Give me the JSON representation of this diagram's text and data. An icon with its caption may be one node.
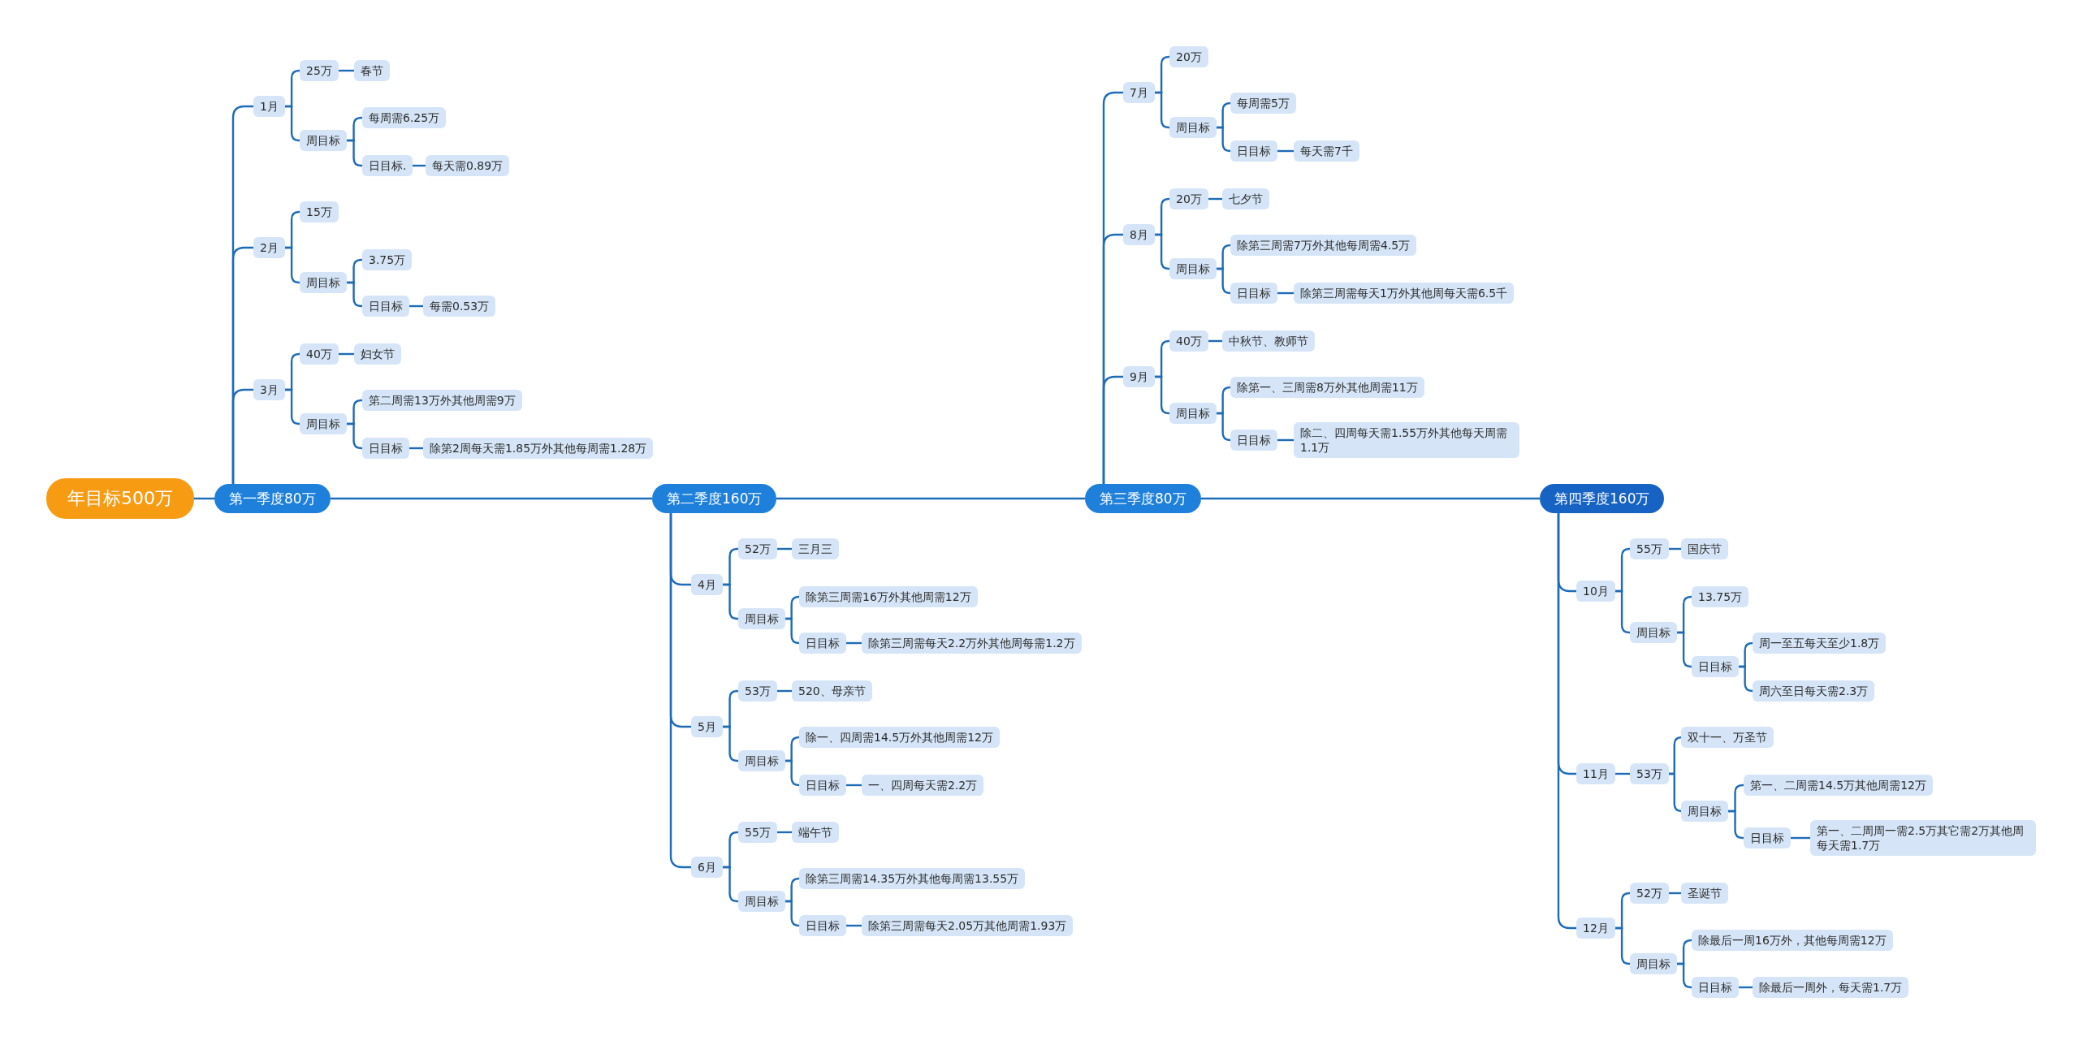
{
  "diagram": {
    "nodes": [
      {
        "text": [
          "年目标500万"
        ]
      },
      {
        "text": [
          "第一季度80万"
        ]
      },
      {
        "text": [
          "第二季度160万"
        ]
      },
      {
        "text": [
          "第三季度80万"
        ]
      },
      {
        "text": [
          "第四季度160万"
        ]
      },
      {
        "text": [
          "1月"
        ]
      },
      {
        "text": [
          "25万"
        ]
      },
      {
        "text": [
          "春节"
        ]
      },
      {
        "text": [
          "周目标"
        ]
      },
      {
        "text": [
          "每周需6.25万"
        ]
      },
      {
        "text": [
          "日目标."
        ]
      },
      {
        "text": [
          "每天需0.89万"
        ]
      },
      {
        "text": [
          "2月"
        ]
      },
      {
        "text": [
          "15万"
        ]
      },
      {
        "text": [
          "周目标"
        ]
      },
      {
        "text": [
          "3.75万"
        ]
      },
      {
        "text": [
          "日目标"
        ]
      },
      {
        "text": [
          "每需0.53万"
        ]
      },
      {
        "text": [
          "3月"
        ]
      },
      {
        "text": [
          "40万"
        ]
      },
      {
        "text": [
          "妇女节"
        ]
      },
      {
        "text": [
          "周目标"
        ]
      },
      {
        "text": [
          "第二周需13万外其他周需9万"
        ]
      },
      {
        "text": [
          "日目标"
        ]
      },
      {
        "text": [
          "除第2周每天需1.85万外其他每周需1.28万"
        ]
      },
      {
        "text": [
          "4月"
        ]
      },
      {
        "text": [
          "52万"
        ]
      },
      {
        "text": [
          "三月三"
        ]
      },
      {
        "text": [
          "周目标"
        ]
      },
      {
        "text": [
          "除第三周需16万外其他周需12万"
        ]
      },
      {
        "text": [
          "日目标"
        ]
      },
      {
        "text": [
          "除第三周需每天2.2万外其他周每需1.2万"
        ]
      },
      {
        "text": [
          "5月"
        ]
      },
      {
        "text": [
          "53万"
        ]
      },
      {
        "text": [
          "520、母亲节"
        ]
      },
      {
        "text": [
          "周目标"
        ]
      },
      {
        "text": [
          "除一、四周需14.5万外其他周需12万"
        ]
      },
      {
        "text": [
          "日目标"
        ]
      },
      {
        "text": [
          "一、四周每天需2.2万"
        ]
      },
      {
        "text": [
          "6月"
        ]
      },
      {
        "text": [
          "55万"
        ]
      },
      {
        "text": [
          "端午节"
        ]
      },
      {
        "text": [
          "周目标"
        ]
      },
      {
        "text": [
          "除第三周需14.35万外其他每周需13.55万"
        ]
      },
      {
        "text": [
          "日目标"
        ]
      },
      {
        "text": [
          "除第三周需每天2.05万其他周需1.93万"
        ]
      },
      {
        "text": [
          "7月"
        ]
      },
      {
        "text": [
          "20万"
        ]
      },
      {
        "text": [
          "周目标"
        ]
      },
      {
        "text": [
          "每周需5万"
        ]
      },
      {
        "text": [
          "日目标"
        ]
      },
      {
        "text": [
          "每天需7千"
        ]
      },
      {
        "text": [
          "8月"
        ]
      },
      {
        "text": [
          "20万"
        ]
      },
      {
        "text": [
          "七夕节"
        ]
      },
      {
        "text": [
          "周目标"
        ]
      },
      {
        "text": [
          "除第三周需7万外其他每周需4.5万"
        ]
      },
      {
        "text": [
          "日目标"
        ]
      },
      {
        "text": [
          "除第三周需每天1万外其他周每天需6.5千"
        ]
      },
      {
        "text": [
          "9月"
        ]
      },
      {
        "text": [
          "40万"
        ]
      },
      {
        "text": [
          "中秋节、教师节"
        ]
      },
      {
        "text": [
          "周目标"
        ]
      },
      {
        "text": [
          "除第一、三周需8万外其他周需11万"
        ]
      },
      {
        "text": [
          "日目标"
        ]
      },
      {
        "text": [
          "除二、四周每天需1.55万外其他每天周需1.1万"
        ]
      },
      {
        "text": [
          "10月"
        ]
      },
      {
        "text": [
          "55万"
        ]
      },
      {
        "text": [
          "国庆节"
        ]
      },
      {
        "text": [
          "周目标"
        ]
      },
      {
        "text": [
          "13.75万"
        ]
      },
      {
        "text": [
          "日目标"
        ]
      },
      {
        "text": [
          "周一至五每天至少1.8万"
        ]
      },
      {
        "text": [
          "周六至日每天需2.3万"
        ]
      },
      {
        "text": [
          "11月"
        ]
      },
      {
        "text": [
          "53万"
        ]
      },
      {
        "text": [
          "双十一、万圣节"
        ]
      },
      {
        "text": [
          "周目标"
        ]
      },
      {
        "text": [
          "第一、二周需14.5万其他周需12万"
        ]
      },
      {
        "text": [
          "日目标"
        ]
      },
      {
        "text": [
          "第一、二周周一需2.5万其它需2万其他周每天需1.7万"
        ]
      },
      {
        "text": [
          "12月"
        ]
      },
      {
        "text": [
          "52万"
        ]
      },
      {
        "text": [
          "圣诞节"
        ]
      },
      {
        "text": [
          "周目标"
        ]
      },
      {
        "text": [
          "除最后一周16万外，其他每周需12万"
        ]
      },
      {
        "text": [
          "日目标"
        ]
      },
      {
        "text": [
          "除最后一周外，每天需1.7万"
        ]
      }
    ],
    "edges": [
      {
        "from": 0,
        "to": 1,
        "arrow": "none"
      },
      {
        "from": 1,
        "to": 2,
        "arrow": "none"
      },
      {
        "from": 2,
        "to": 3,
        "arrow": "none"
      },
      {
        "from": 3,
        "to": 4,
        "arrow": "none"
      },
      {
        "from": 1,
        "to": 5,
        "arrow": "none"
      },
      {
        "from": 5,
        "to": 6,
        "arrow": "none"
      },
      {
        "from": 6,
        "to": 7,
        "arrow": "none"
      },
      {
        "from": 5,
        "to": 8,
        "arrow": "none"
      },
      {
        "from": 8,
        "to": 9,
        "arrow": "none"
      },
      {
        "from": 8,
        "to": 10,
        "arrow": "none"
      },
      {
        "from": 10,
        "to": 11,
        "arrow": "none"
      },
      {
        "from": 1,
        "to": 12,
        "arrow": "none"
      },
      {
        "from": 12,
        "to": 13,
        "arrow": "none"
      },
      {
        "from": 12,
        "to": 14,
        "arrow": "none"
      },
      {
        "from": 14,
        "to": 15,
        "arrow": "none"
      },
      {
        "from": 14,
        "to": 16,
        "arrow": "none"
      },
      {
        "from": 16,
        "to": 17,
        "arrow": "none"
      },
      {
        "from": 1,
        "to": 18,
        "arrow": "none"
      },
      {
        "from": 18,
        "to": 19,
        "arrow": "none"
      },
      {
        "from": 19,
        "to": 20,
        "arrow": "none"
      },
      {
        "from": 18,
        "to": 21,
        "arrow": "none"
      },
      {
        "from": 21,
        "to": 22,
        "arrow": "none"
      },
      {
        "from": 21,
        "to": 23,
        "arrow": "none"
      },
      {
        "from": 23,
        "to": 24,
        "arrow": "none"
      },
      {
        "from": 2,
        "to": 25,
        "arrow": "none"
      },
      {
        "from": 25,
        "to": 26,
        "arrow": "none"
      },
      {
        "from": 26,
        "to": 27,
        "arrow": "none"
      },
      {
        "from": 25,
        "to": 28,
        "arrow": "none"
      },
      {
        "from": 28,
        "to": 29,
        "arrow": "none"
      },
      {
        "from": 28,
        "to": 30,
        "arrow": "none"
      },
      {
        "from": 30,
        "to": 31,
        "arrow": "none"
      },
      {
        "from": 2,
        "to": 32,
        "arrow": "none"
      },
      {
        "from": 32,
        "to": 33,
        "arrow": "none"
      },
      {
        "from": 33,
        "to": 34,
        "arrow": "none"
      },
      {
        "from": 32,
        "to": 35,
        "arrow": "none"
      },
      {
        "from": 35,
        "to": 36,
        "arrow": "none"
      },
      {
        "from": 35,
        "to": 37,
        "arrow": "none"
      },
      {
        "from": 37,
        "to": 38,
        "arrow": "none"
      },
      {
        "from": 2,
        "to": 39,
        "arrow": "none"
      },
      {
        "from": 39,
        "to": 40,
        "arrow": "none"
      },
      {
        "from": 40,
        "to": 41,
        "arrow": "none"
      },
      {
        "from": 39,
        "to": 42,
        "arrow": "none"
      },
      {
        "from": 42,
        "to": 43,
        "arrow": "none"
      },
      {
        "from": 42,
        "to": 44,
        "arrow": "none"
      },
      {
        "from": 44,
        "to": 45,
        "arrow": "none"
      },
      {
        "from": 3,
        "to": 46,
        "arrow": "none"
      },
      {
        "from": 46,
        "to": 47,
        "arrow": "none"
      },
      {
        "from": 46,
        "to": 48,
        "arrow": "none"
      },
      {
        "from": 48,
        "to": 49,
        "arrow": "none"
      },
      {
        "from": 48,
        "to": 50,
        "arrow": "none"
      },
      {
        "from": 50,
        "to": 51,
        "arrow": "none"
      },
      {
        "from": 3,
        "to": 52,
        "arrow": "none"
      },
      {
        "from": 52,
        "to": 53,
        "arrow": "none"
      },
      {
        "from": 53,
        "to": 54,
        "arrow": "none"
      },
      {
        "from": 52,
        "to": 55,
        "arrow": "none"
      },
      {
        "from": 55,
        "to": 56,
        "arrow": "none"
      },
      {
        "from": 55,
        "to": 57,
        "arrow": "none"
      },
      {
        "from": 57,
        "to": 58,
        "arrow": "none"
      },
      {
        "from": 3,
        "to": 59,
        "arrow": "none"
      },
      {
        "from": 59,
        "to": 60,
        "arrow": "none"
      },
      {
        "from": 60,
        "to": 61,
        "arrow": "none"
      },
      {
        "from": 59,
        "to": 62,
        "arrow": "none"
      },
      {
        "from": 62,
        "to": 63,
        "arrow": "none"
      },
      {
        "from": 62,
        "to": 64,
        "arrow": "none"
      },
      {
        "from": 64,
        "to": 65,
        "arrow": "none"
      },
      {
        "from": 4,
        "to": 66,
        "arrow": "none"
      },
      {
        "from": 66,
        "to": 67,
        "arrow": "none"
      },
      {
        "from": 67,
        "to": 68,
        "arrow": "none"
      },
      {
        "from": 66,
        "to": 69,
        "arrow": "none"
      },
      {
        "from": 69,
        "to": 70,
        "arrow": "none"
      },
      {
        "from": 69,
        "to": 71,
        "arrow": "none"
      },
      {
        "from": 71,
        "to": 72,
        "arrow": "none"
      },
      {
        "from": 71,
        "to": 73,
        "arrow": "none"
      },
      {
        "from": 4,
        "to": 74,
        "arrow": "none"
      },
      {
        "from": 74,
        "to": 75,
        "arrow": "none"
      },
      {
        "from": 75,
        "to": 76,
        "arrow": "none"
      },
      {
        "from": 75,
        "to": 77,
        "arrow": "none"
      },
      {
        "from": 77,
        "to": 78,
        "arrow": "none"
      },
      {
        "from": 77,
        "to": 79,
        "arrow": "none"
      },
      {
        "from": 79,
        "to": 80,
        "arrow": "none"
      },
      {
        "from": 4,
        "to": 81,
        "arrow": "none"
      },
      {
        "from": 81,
        "to": 82,
        "arrow": "none"
      },
      {
        "from": 82,
        "to": 83,
        "arrow": "none"
      },
      {
        "from": 81,
        "to": 84,
        "arrow": "none"
      },
      {
        "from": 84,
        "to": 85,
        "arrow": "none"
      },
      {
        "from": 84,
        "to": 86,
        "arrow": "none"
      },
      {
        "from": 86,
        "to": 87,
        "arrow": "none"
      }
    ]
  }
}
